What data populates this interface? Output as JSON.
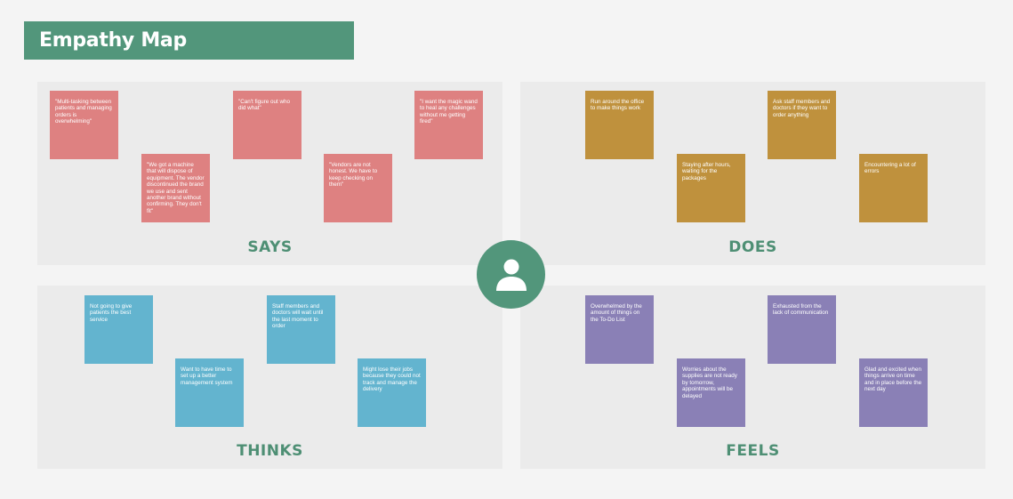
{
  "title": "Empathy Map",
  "center_icon": "user-icon",
  "colors": {
    "accent": "#52967b",
    "says": "#de8181",
    "does": "#bf913d",
    "thinks": "#63b4cf",
    "feels": "#8a80b6"
  },
  "says": {
    "label": "SAYS",
    "notes": [
      "\"Multi-tasking between patients and managing orders is overwhelming\"",
      "\"We got a machine that will dispose of equipment. The vendor discontinued the brand we use and sent another brand without confirming. They don't fit\"",
      "\"Can't figure out who did what\"",
      "\"Vendors are not honest. We have to keep checking on them\"",
      "\"I want the magic wand to heal any challenges without me getting fired\""
    ]
  },
  "does": {
    "label": "DOES",
    "notes": [
      "Run around the office to make things work",
      "Staying after hours, waiting for the packages",
      "Ask staff members and doctors if they want to order anything",
      "Encountering a lot of errors"
    ]
  },
  "thinks": {
    "label": "THINKS",
    "notes": [
      "Not going to give patients the best service",
      "Want to have time to set up a better management system",
      "Staff members and doctors will wait until the last moment to order",
      "Might lose their jobs because they could not track and manage the delivery"
    ]
  },
  "feels": {
    "label": "FEELS",
    "notes": [
      "Overwhelmed by the amount of things on the To-Do List",
      "Worries about the supplies are not ready by tomorrow, appointments will be delayed",
      "Exhausted from the lack of communication",
      "Glad and excited when things arrive on time and in place before the next day"
    ]
  }
}
